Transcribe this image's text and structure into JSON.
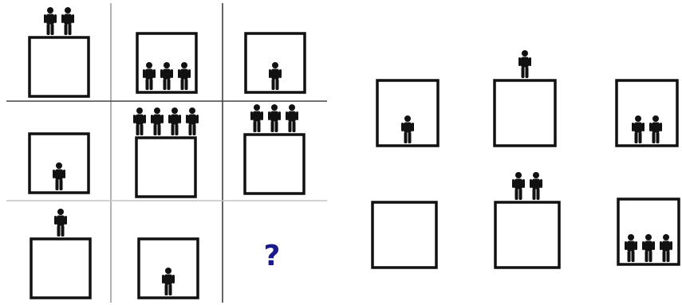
{
  "puzzle": {
    "question_mark": "?",
    "colors": {
      "ink": "#111111",
      "grid_line": "#9a9a9a",
      "question_mark": "#1a1a8c"
    },
    "matrix": [
      [
        {
          "people": 2,
          "position": "on-top"
        },
        {
          "people": 3,
          "position": "inside"
        },
        {
          "people": 1,
          "position": "inside"
        }
      ],
      [
        {
          "people": 1,
          "position": "inside"
        },
        {
          "people": 4,
          "position": "on-top"
        },
        {
          "people": 3,
          "position": "on-top"
        }
      ],
      [
        {
          "people": 1,
          "position": "on-top"
        },
        {
          "people": 1,
          "position": "inside"
        },
        {
          "missing": true
        }
      ]
    ],
    "options": [
      {
        "people": 1,
        "position": "inside"
      },
      {
        "people": 1,
        "position": "on-top"
      },
      {
        "people": 2,
        "position": "inside"
      },
      {
        "people": 0,
        "position": "empty"
      },
      {
        "people": 2,
        "position": "on-top"
      },
      {
        "people": 3,
        "position": "inside"
      }
    ]
  }
}
